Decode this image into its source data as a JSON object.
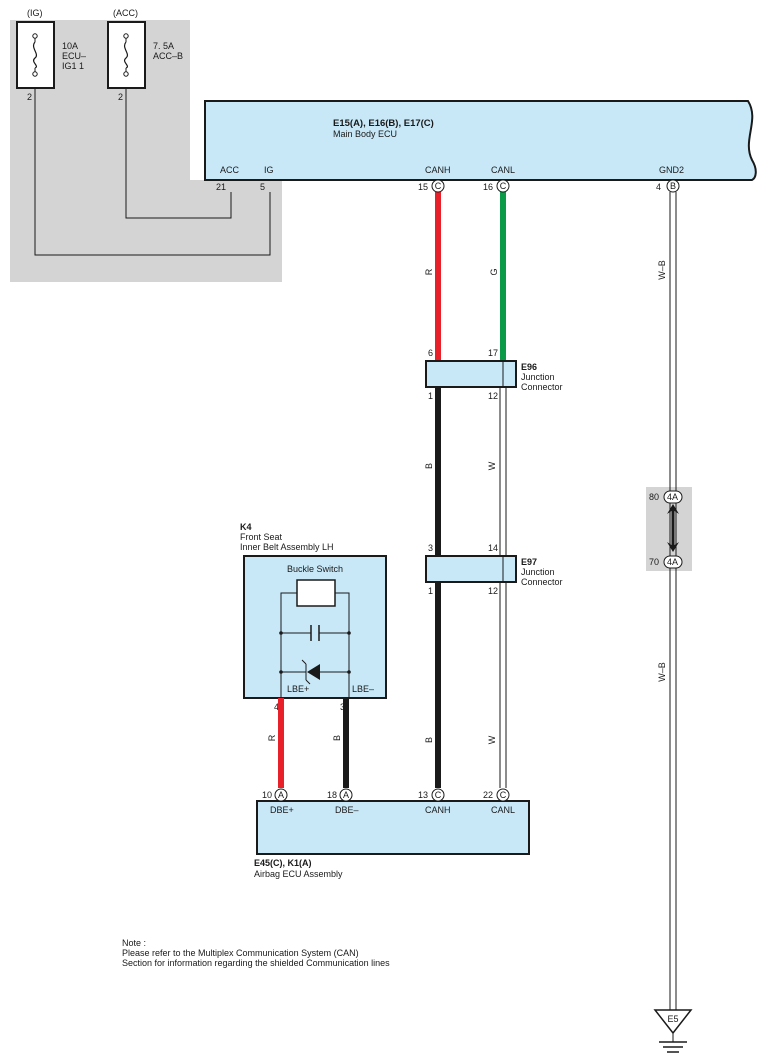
{
  "fuses": {
    "ig": {
      "header": "(IG)",
      "label1": "10A",
      "label2": "ECU–",
      "label3": "IG1 1",
      "pin": "2"
    },
    "acc": {
      "header": "(ACC)",
      "label1": "7. 5A",
      "label2": "ACC–B",
      "pin": "2"
    }
  },
  "main_ecu": {
    "code": "E15(A), E16(B), E17(C)",
    "name": "Main Body ECU",
    "pins": {
      "acc": {
        "label": "ACC",
        "num": "21"
      },
      "ig": {
        "label": "IG",
        "num": "5"
      },
      "canh": {
        "label": "CANH",
        "num": "15",
        "conn": "C"
      },
      "canl": {
        "label": "CANL",
        "num": "16",
        "conn": "C"
      },
      "gnd2": {
        "label": "GND2",
        "num": "4",
        "conn": "B"
      }
    }
  },
  "wires": {
    "red": "R",
    "green": "G",
    "black": "B",
    "white": "W",
    "wb": "W–B"
  },
  "e96": {
    "code": "E96",
    "line1": "Junction",
    "line2": "Connector",
    "p_top_l": "6",
    "p_top_r": "17",
    "p_bot_l": "1",
    "p_bot_r": "12"
  },
  "e97": {
    "code": "E97",
    "line1": "Junction",
    "line2": "Connector",
    "p_top_l": "3",
    "p_top_r": "14",
    "p_bot_l": "1",
    "p_bot_r": "12"
  },
  "k4": {
    "code": "K4",
    "line1": "Front Seat",
    "line2": "Inner Belt Assembly LH",
    "switch_label": "Buckle Switch",
    "lbe_plus": "LBE+",
    "lbe_minus": "LBE–",
    "pin_plus": "4",
    "pin_minus": "3"
  },
  "inline": {
    "pin_top": "80",
    "pin_bot": "70",
    "conn": "4A"
  },
  "airbag_ecu": {
    "code": "E45(C), K1(A)",
    "name": "Airbag ECU Assembly",
    "pins": {
      "dbe_plus": {
        "label": "DBE+",
        "num": "10",
        "conn": "A"
      },
      "dbe_minus": {
        "label": "DBE–",
        "num": "18",
        "conn": "A"
      },
      "canh": {
        "label": "CANH",
        "num": "13",
        "conn": "C"
      },
      "canl": {
        "label": "CANL",
        "num": "22",
        "conn": "C"
      }
    }
  },
  "ground": {
    "label": "E5"
  },
  "note": {
    "line1": "Note :",
    "line2": "Please refer to the Multiplex Communication System (CAN)",
    "line3": "Section for information regarding the shielded Communication lines"
  },
  "colors": {
    "red": "#e8202a",
    "green": "#0a9a48",
    "black": "#1a1a1a",
    "panel_gray": "#d4d4d4",
    "box_blue": "#c8e8f8"
  }
}
